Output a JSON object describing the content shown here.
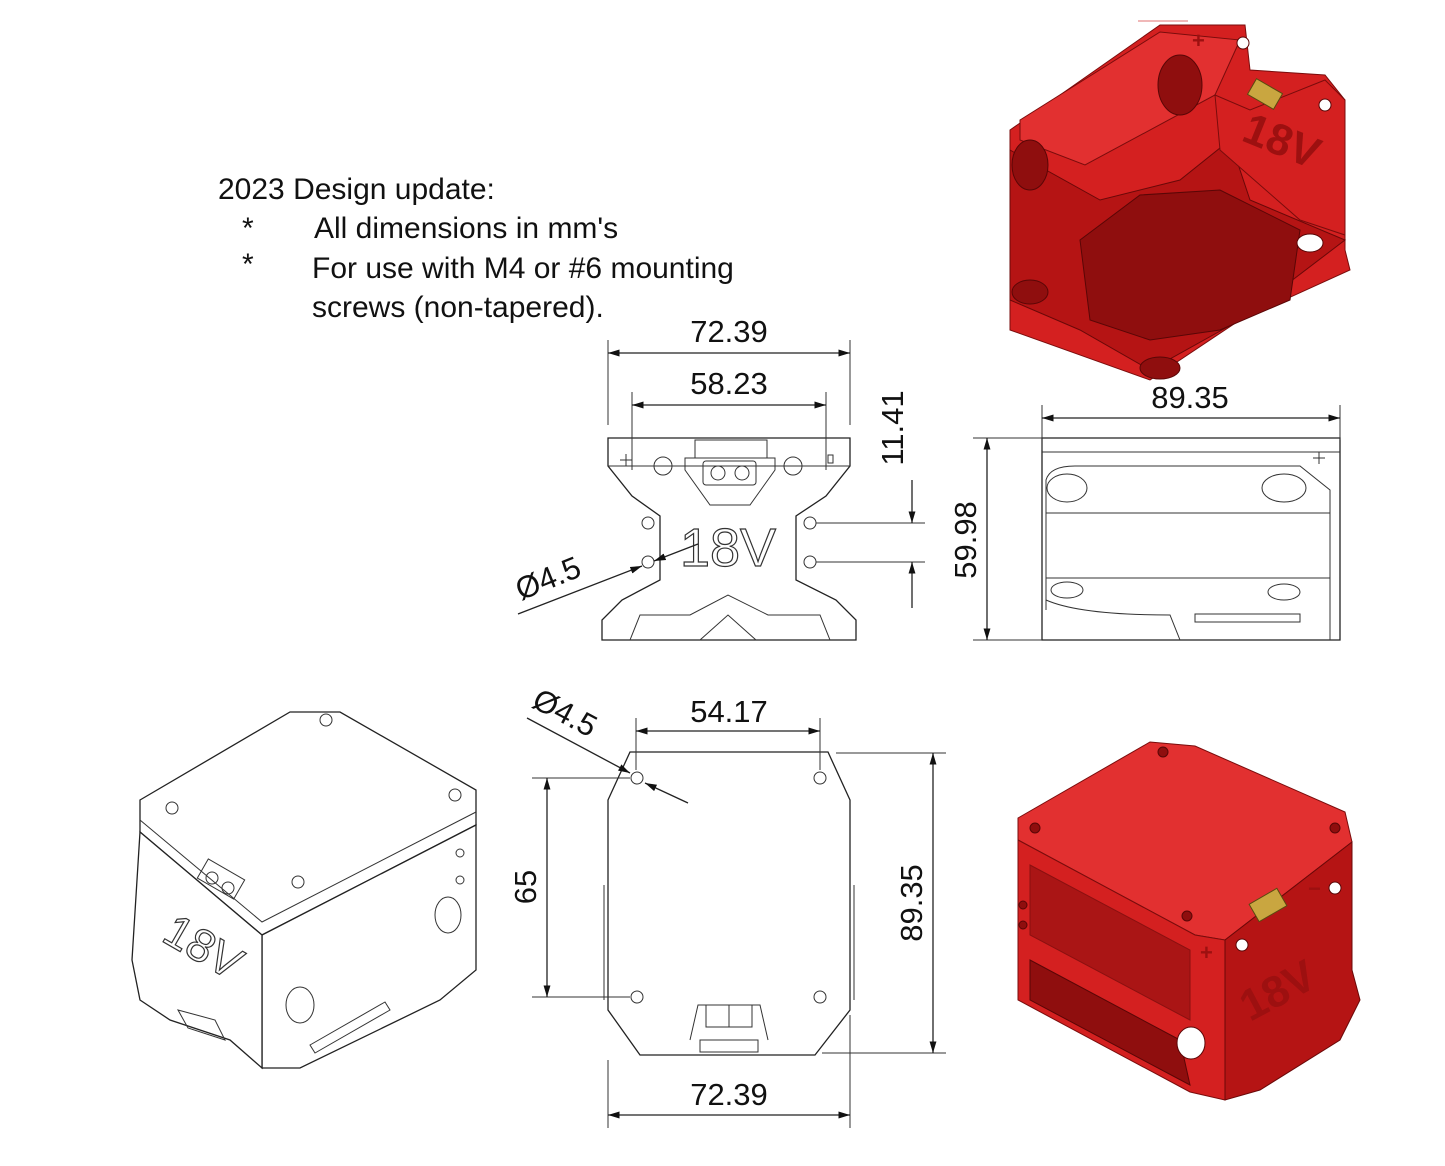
{
  "notes": {
    "title": "2023 Design update:",
    "bullet_symbol": "*",
    "line1": "All dimensions in mm's",
    "line2a": "For use with M4 or #6 mounting",
    "line2b": "screws (non-tapered)."
  },
  "front_view": {
    "width_outer": "72.39",
    "width_inner": "58.23",
    "hole_spacing": "11.41",
    "hole_diameter": "Ø4.5",
    "label": "18V"
  },
  "side_view": {
    "length": "89.35",
    "height": "59.98"
  },
  "top_view": {
    "hole_spacing_x": "54.17",
    "hole_diameter": "Ø4.5",
    "hole_spacing_y": "65",
    "length": "89.35",
    "width": "72.39"
  },
  "renders": {
    "label": "18V",
    "plus": "+",
    "minus": "−",
    "colors": {
      "body": "#d42020",
      "shade": "#b51414",
      "dark": "#8f0e0e",
      "connector": "#c9a640"
    }
  }
}
